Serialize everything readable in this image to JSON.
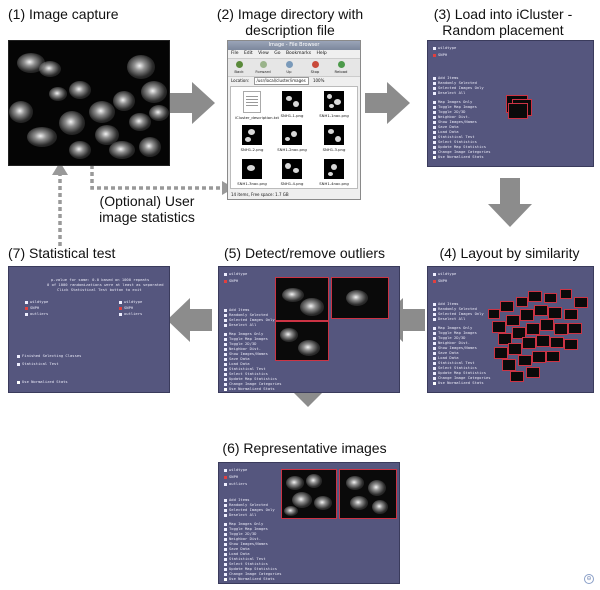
{
  "steps": {
    "s1": "(1) Image capture",
    "s2_line1": "(2)   Image directory with",
    "s2_line2": "description file",
    "s3_line1": "(3) Load into iCluster -",
    "s3_line2": "Random placement",
    "s4": "(4) Layout by similarity",
    "s5": "(5) Detect/remove outliers",
    "s6": "(6) Representative images",
    "s7": "(7) Statistical test",
    "optional_line1": "(Optional) User",
    "optional_line2": "image statistics"
  },
  "file_browser": {
    "title": "Image - File Browser",
    "menu": [
      "File",
      "Edit",
      "View",
      "Go",
      "Bookmarks",
      "Help"
    ],
    "tools": [
      "Back",
      "Forward",
      "Up",
      "Stop",
      "Reload"
    ],
    "location_label": "Location:",
    "location_value": "/usr/local/cluster/images",
    "zoom": "100%",
    "files": [
      "iCluster_description.txt",
      "SNH1-1.png",
      "SNH1-1noc.png",
      "SNH1-2.png",
      "SNH1-2noc.png",
      "SNH1-3.png",
      "SNH1-3noc.png",
      "SNH1-4.png",
      "SNH1-4noc.png"
    ],
    "status": "14 items, Free space: 1.7 GB"
  },
  "icluster": {
    "group_a": "wildtype",
    "group_b": "SNPH",
    "menu_items": [
      "Add Items",
      "Randomly Selected",
      "Selected Images Only",
      "Deselect All",
      "Map Images Only",
      "Toggle Map Images",
      "Toggle 2D/3D",
      "Neighbor Dist.",
      "Show Images/Names",
      "Save Data",
      "Load Data",
      "Statistical Test",
      "Select Statistics",
      "Update Map Statistics",
      "Change Image Categories",
      "Use Normalized Stats"
    ],
    "outliers_label": "outliers",
    "stats_line1": "p-value for same: 0.0 based on 1000 repeats",
    "stats_line2": "0 of 1000 randomizations were at least as separated",
    "stats_line3": "Click Statistical Test button to exit",
    "stats_opt1": "Finished Selecting Classes",
    "stats_opt2": "Statistical Test",
    "stats_opt3": "Use Normalized Stats"
  },
  "colors": {
    "icluster_bg": "#55567e",
    "arrow": "#8c8c8c",
    "highlight": "#cc3344"
  }
}
